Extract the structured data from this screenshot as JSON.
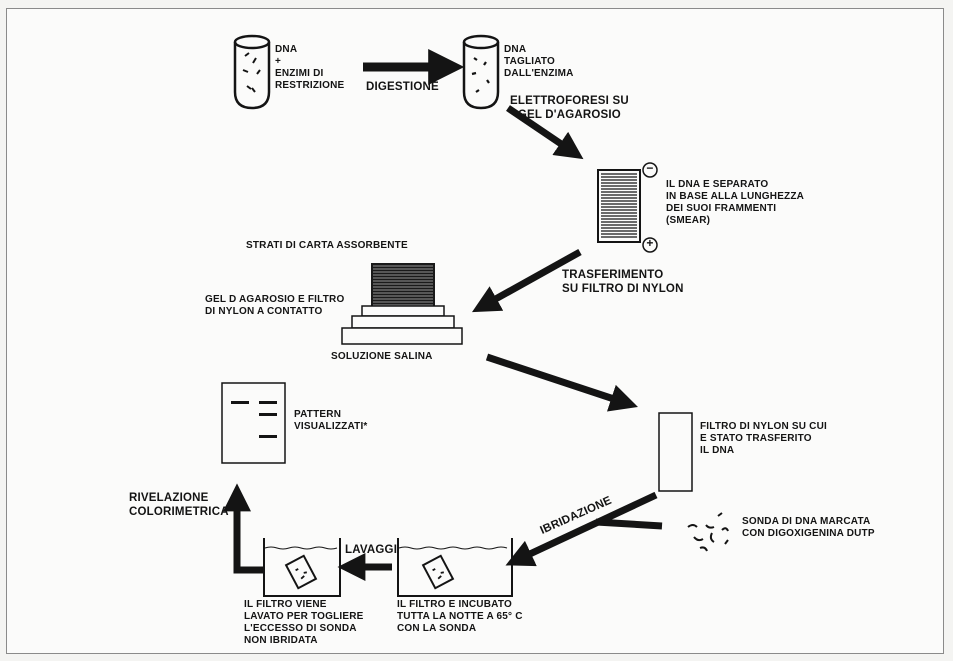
{
  "tube1_label": "DNA\n+\nENZIMI DI\nRESTRIZIONE",
  "step_digestione": "DIGESTIONE",
  "tube2_label": "DNA\nTAGLIATO\nDALL'ENZIMA",
  "step_elettroforesi": "ELETTROFORESI SU\nGEL D'AGAROSIO",
  "gel_minus": "−",
  "gel_plus": "+",
  "gel_label": "IL DNA E SEPARATO\nIN BASE ALLA LUNGHEZZA\nDEI SUOI FRAMMENTI\n(SMEAR)",
  "step_trasferimento": "TRASFERIMENTO\nSU FILTRO DI NYLON",
  "paper_label": "STRATI DI CARTA ASSORBENTE",
  "contact_label": "GEL D AGAROSIO E FILTRO\nDI NYLON A CONTATTO",
  "saline_label": "SOLUZIONE SALINA",
  "filter_label": "FILTRO DI NYLON SU CUI\nE STATO TRASFERITO\nIL DNA",
  "step_ibridazione": "IBRIDAZIONE",
  "probe_label": "SONDA DI DNA MARCATA\nCON DIGOXIGENINA dUTP",
  "incubation_label": "IL FILTRO E INCUBATO\nTUTTA LA NOTTE A 65° C\nCON LA SONDA",
  "step_lavaggi": "LAVAGGI",
  "wash_label": "IL FILTRO VIENE\nLAVATO PER TOGLIERE\nL'ECCESSO DI SONDA\nNON IBRIDATA",
  "step_rivelazione": "RIVELAZIONE\nCOLORIMETRICA",
  "pattern_label": "PATTERN\nVISUALIZZATI*"
}
